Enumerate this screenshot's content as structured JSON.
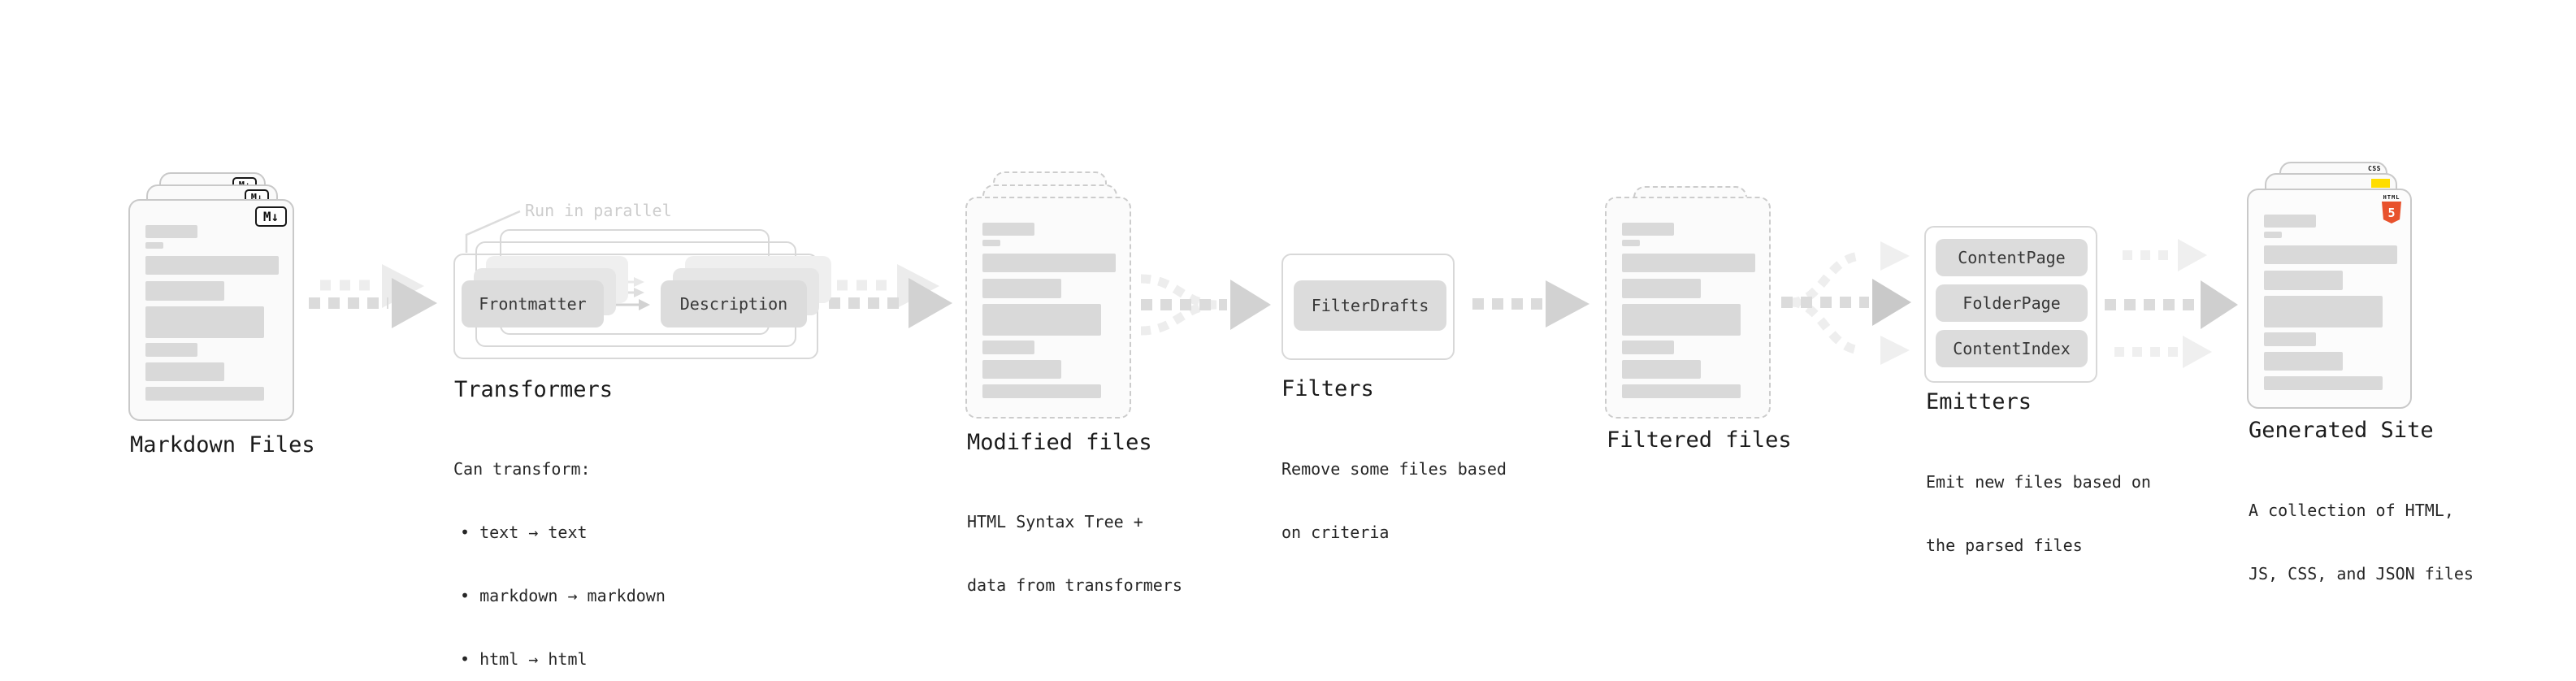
{
  "markdown_files": {
    "heading": "Markdown Files",
    "file_badge": "M↓"
  },
  "transformers": {
    "heading": "Transformers",
    "parallel_note": "Run in parallel",
    "nodes": [
      "Frontmatter",
      "Description"
    ],
    "description_title": "Can transform:",
    "bullets": [
      "text → text",
      "markdown → markdown",
      "html → html"
    ]
  },
  "modified_files": {
    "heading": "Modified files",
    "subtext": [
      "HTML Syntax Tree +",
      "data from transformers"
    ]
  },
  "filters": {
    "heading": "Filters",
    "nodes": [
      "FilterDrafts"
    ],
    "subtext": [
      "Remove some files based",
      "on criteria"
    ]
  },
  "filtered_files": {
    "heading": "Filtered files"
  },
  "emitters": {
    "heading": "Emitters",
    "nodes": [
      "ContentPage",
      "FolderPage",
      "ContentIndex"
    ],
    "subtext": [
      "Emit new files based on",
      "the parsed files"
    ]
  },
  "generated_site": {
    "heading": "Generated Site",
    "subtext": [
      "A collection of HTML,",
      "JS, CSS, and JSON files"
    ],
    "badges": {
      "html5_label": "HTML",
      "html5_number": "5",
      "css_label": "CSS"
    }
  },
  "colors": {
    "html5_orange": "#e8522d",
    "js_yellow": "#ffdd00",
    "css_blue": "#2e6bf0"
  }
}
